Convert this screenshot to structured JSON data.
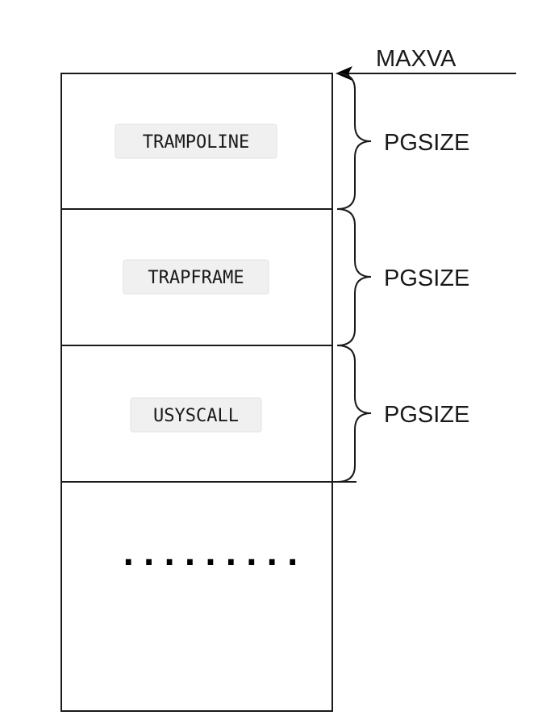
{
  "diagram": {
    "top_label": "MAXVA",
    "regions": [
      {
        "label": "TRAMPOLINE",
        "size_label": "PGSIZE"
      },
      {
        "label": "TRAPFRAME",
        "size_label": "PGSIZE"
      },
      {
        "label": "USYSCALL",
        "size_label": "PGSIZE"
      }
    ],
    "remaining_region": {
      "label": "........."
    }
  }
}
